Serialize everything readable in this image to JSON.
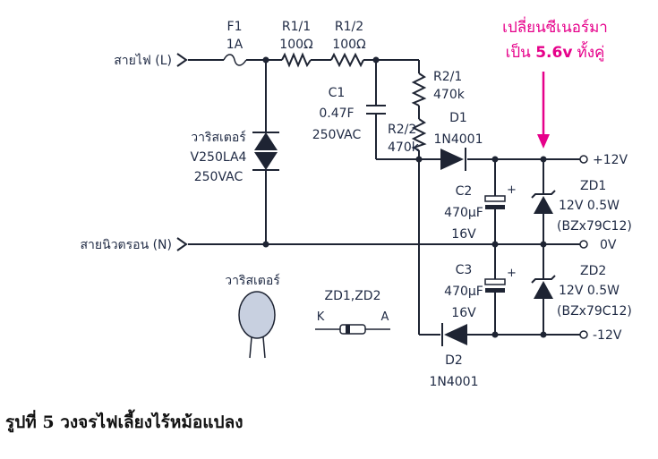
{
  "colors": {
    "wire": "#1e2433",
    "note": "#e6008a",
    "body_fill": "#c8d0e0"
  },
  "labels": {
    "f1": "F1",
    "f1_rating": "1A",
    "r11": "R1/1",
    "r11_val": "100Ω",
    "r12": "R1/2",
    "r12_val": "100Ω",
    "r21": "R2/1",
    "r21_val": "470k",
    "r22": "R2/2",
    "r22_val": "470k",
    "c1": "C1",
    "c1_val": "0.47F",
    "c1_volt": "250VAC",
    "d1": "D1",
    "d1_part": "1N4001",
    "d2": "D2",
    "d2_part": "1N4001",
    "c2": "C2",
    "c2_val": "470μF",
    "c2_volt": "16V",
    "c3": "C3",
    "c3_val": "470μF",
    "c3_volt": "16V",
    "zd1": "ZD1",
    "zd1_spec": "12V 0.5W",
    "zd1_part": "(BZx79C12)",
    "zd2": "ZD2",
    "zd2_spec": "12V 0.5W",
    "zd2_part": "(BZx79C12)",
    "varistor_name": "วาริสเตอร์",
    "varistor_part": "V250LA4",
    "varistor_volt": "250VAC",
    "live": "สายไฟ (L)",
    "neutral": "สายนิวตรอน (N)",
    "out_pos": "+12V",
    "out_zero": "0V",
    "out_neg": "-12V",
    "varistor_legend": "วาริสเตอร์",
    "zener_legend": "ZD1,ZD2",
    "zener_k": "K",
    "zener_a": "A",
    "plus": "+"
  },
  "note": {
    "line1": "เปลี่ยนซีเนอร์มา",
    "line2_prefix": "เป็น ",
    "line2_value": "5.6v",
    "line2_suffix": "ทั้งคู่"
  },
  "caption": "รูปที่ 5 วงจรไฟเลี้ยงไร้หม้อแปลง"
}
